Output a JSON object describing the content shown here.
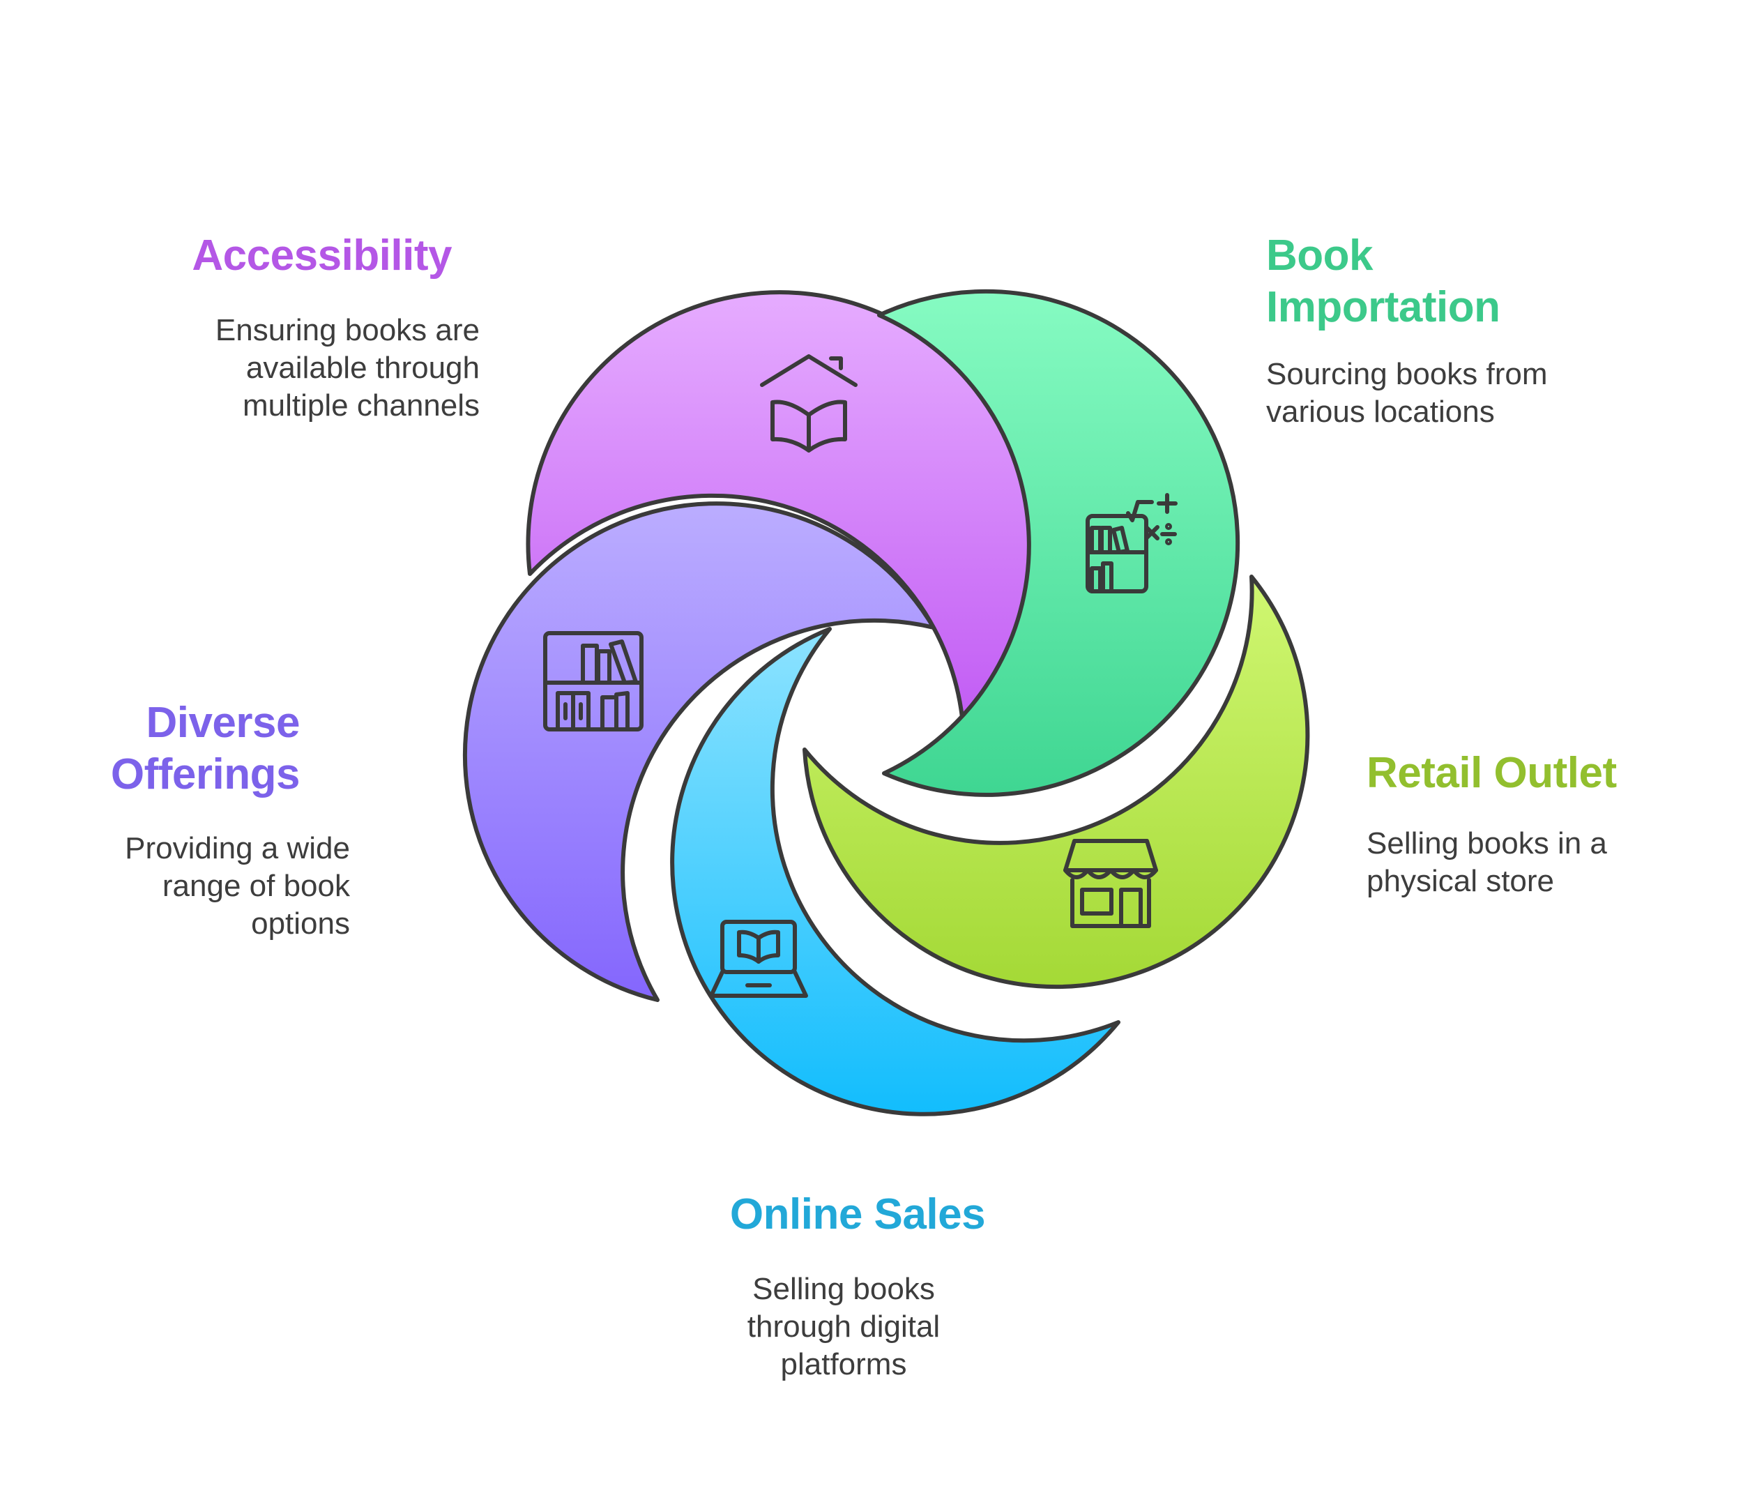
{
  "colors": {
    "outline": "#3a3a3a",
    "description": "#3d3d3d",
    "accessibility": "#b457e6",
    "book_importation": "#3cc98a",
    "retail_outlet": "#92bf2e",
    "online_sales": "#22a8d8",
    "diverse_offerings": "#7c62ea"
  },
  "sections": {
    "accessibility": {
      "title": "Accessibility",
      "description": [
        "Ensuring books are",
        "available through",
        "multiple channels"
      ],
      "icon": "house-book-icon"
    },
    "book_importation": {
      "title": [
        "Book",
        "Importation"
      ],
      "description": [
        "Sourcing books from",
        "various locations"
      ],
      "icon": "bookshelf-math-icon"
    },
    "retail_outlet": {
      "title": "Retail Outlet",
      "description": [
        "Selling books in a",
        "physical store"
      ],
      "icon": "storefront-icon"
    },
    "online_sales": {
      "title": "Online Sales",
      "description": [
        "Selling books",
        "through digital",
        "platforms"
      ],
      "icon": "laptop-book-icon"
    },
    "diverse_offerings": {
      "title": [
        "Diverse",
        "Offerings"
      ],
      "description": [
        "Providing a wide",
        "range of book",
        "options"
      ],
      "icon": "bookcase-icon"
    }
  }
}
